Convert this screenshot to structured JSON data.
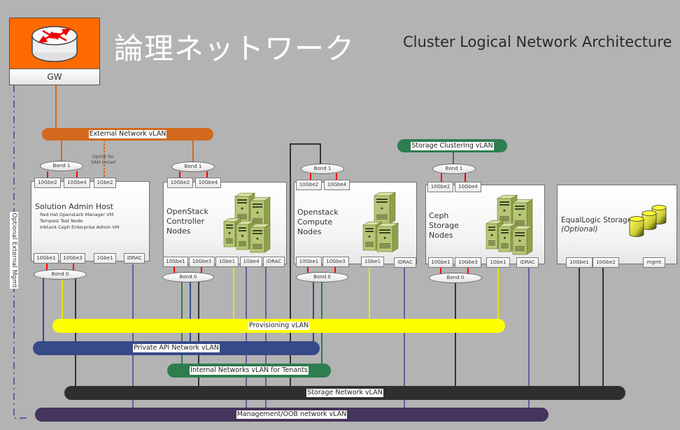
{
  "titles": {
    "japanese": "論理ネットワーク",
    "english": "Cluster Logical Network Architecture"
  },
  "gateway": {
    "label": "GW",
    "icon": "router-icon",
    "color": "#ff6a00"
  },
  "optional_mgmt_label": "Optional External Mgmt",
  "uplink_note": [
    "Uplink for",
    "SAH Install"
  ],
  "nodes": {
    "solution_admin": {
      "title": "Solution Admin Host",
      "subtitles": [
        "Red Hat Openstack Manager VM",
        "Tempest Test Node",
        "Inktank Ceph Enterprise Admin  VM"
      ],
      "top_ports": [
        "10Gbe2",
        "10Gbe4",
        "1Gbe2"
      ],
      "bottom_ports": [
        "10Gbe1",
        "10Gbe3",
        "1Gbe1",
        "iDRAC"
      ],
      "bond_top": "Bond 1",
      "bond_bottom": "Bond 0"
    },
    "controller": {
      "title_lines": [
        "OpenStack",
        "Controller",
        "Nodes"
      ],
      "top_ports": [
        "10Gbe2",
        "10Gbe4"
      ],
      "bottom_ports": [
        "10Gbe1",
        "10Gbe3",
        "1Gbe1",
        "1Gbe4",
        "iDRAC"
      ],
      "bond_top": "Bond 1",
      "bond_bottom": "Bond 0",
      "icon": "server-cluster-icon"
    },
    "compute": {
      "title_lines": [
        "Openstack",
        "Compute",
        "Nodes"
      ],
      "top_ports": [
        "10Gbe2",
        "10Gbe4"
      ],
      "bottom_ports": [
        "10Gbe1",
        "10Gbe3",
        "1Gbe1",
        "iDRAC"
      ],
      "bond_top": "Bond 1",
      "bond_bottom": "Bond 0",
      "icon": "server-cluster-icon"
    },
    "ceph": {
      "title_lines": [
        "Ceph",
        "Storage",
        "Nodes"
      ],
      "top_ports": [
        "10Gbe2",
        "10Gbe4"
      ],
      "bottom_ports": [
        "10Gbe1",
        "10Gbe3",
        "1Gbe1",
        "iDRAC"
      ],
      "bond_top": "Bond 1",
      "bond_bottom": "Bond 0",
      "icon": "server-cluster-icon"
    },
    "equallogic": {
      "title": "EqualLogic Storage",
      "subtitle": "(Optional)",
      "bottom_ports": [
        "10Gbe1",
        "10Gbe2",
        "mgmt"
      ],
      "icon": "storage-cylinders-icon"
    }
  },
  "vlans": {
    "external": {
      "label": "External Network vLAN",
      "color": "#d2691e"
    },
    "storage_clustering": {
      "label": "Storage Clustering vLAN",
      "color": "#2e7d4f"
    },
    "provisioning": {
      "label": "Provisioning vLAN",
      "color": "#ffff00"
    },
    "private_api": {
      "label": "Private API Network vLAN",
      "color": "#354a87"
    },
    "internal_tenants": {
      "label": "Internal Networks vLAN for Tenants",
      "color": "#2e7d4f"
    },
    "storage_network": {
      "label": "Storage Network vLAN",
      "color": "#2f2f2f"
    },
    "management": {
      "label": "Management/OOB network vLAN",
      "color": "#45345c"
    }
  }
}
